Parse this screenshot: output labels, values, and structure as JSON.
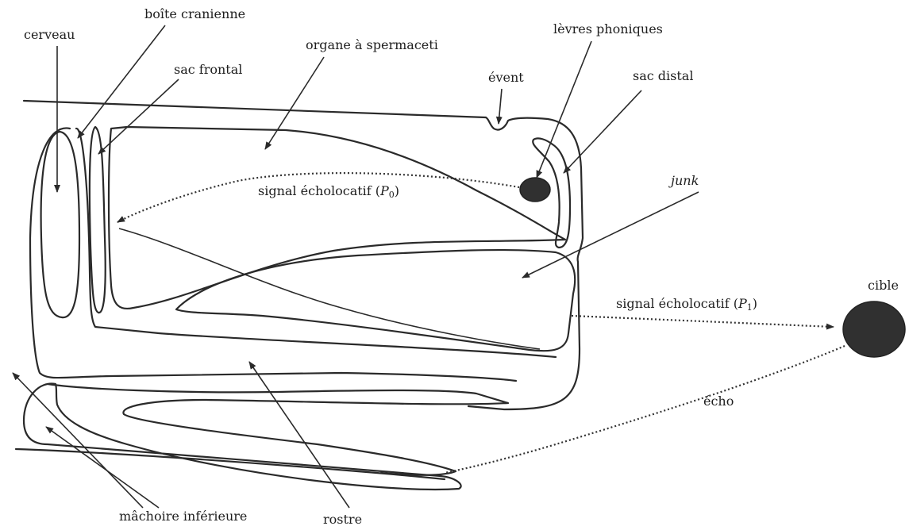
{
  "labels": {
    "cerveau": "cerveau",
    "boite_cranienne": "boîte cranienne",
    "sac_frontal": "sac frontal",
    "organe_spermaceti": "organe à spermaceti",
    "levres_phoniques": "lèvres phoniques",
    "event": "évent",
    "sac_distal": "sac distal",
    "junk": "junk",
    "cible": "cible",
    "signal_p0_text": "signal écholocatif (",
    "signal_p0_symbol": "P",
    "signal_p0_sub": "0",
    "signal_p0_close": ")",
    "signal_p1_text": "signal écholocatif (",
    "signal_p1_symbol": "P",
    "signal_p1_sub": "1",
    "signal_p1_close": ")",
    "echo": "écho",
    "machoire_inferieure": "mâchoire inférieure",
    "rostre": "rostre"
  },
  "colors": {
    "ink": "#2a2a2a",
    "blob": "#303030",
    "background": "#ffffff"
  }
}
